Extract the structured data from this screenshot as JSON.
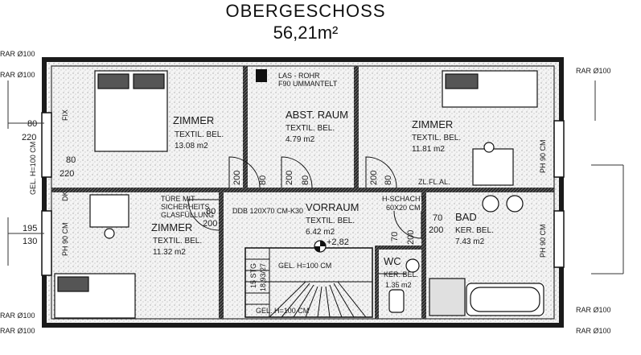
{
  "header": {
    "title": "OBERGESCHOSS",
    "area": "56,21m²"
  },
  "rooms": [
    {
      "id": "zimmer1",
      "name": "ZIMMER",
      "finish": "TEXTIL. BEL.",
      "area": "13.08 m2"
    },
    {
      "id": "abst",
      "name": "ABST. RAUM",
      "finish": "TEXTIL. BEL.",
      "area": "4.79 m2"
    },
    {
      "id": "zimmer2",
      "name": "ZIMMER",
      "finish": "TEXTIL. BEL.",
      "area": "11.81 m2"
    },
    {
      "id": "zimmer3",
      "name": "ZIMMER",
      "finish": "TEXTIL. BEL.",
      "area": "11.32 m2"
    },
    {
      "id": "vorraum",
      "name": "VORRAUM",
      "finish": "TEXTIL. BEL.",
      "area": "6.42 m2"
    },
    {
      "id": "bad",
      "name": "BAD",
      "finish": "KER. BEL.",
      "area": "7.43 m2"
    },
    {
      "id": "wc",
      "name": "WC",
      "finish": "KER. BEL.",
      "area": "1.35 m2"
    }
  ],
  "notes": {
    "shaft_top_1": "LAS - ROHR",
    "shaft_top_2": "F90 UMMANTELT",
    "door_note_1": "TÜRE MIT",
    "door_note_2": "SICHERHEITS",
    "door_note_3": "GLASFÜLLUNG",
    "hatch": "DDB 120X70 CM-K30",
    "shaft": "H-SCHACHT",
    "shaft_size": "60X20 CM",
    "level": "+2,82",
    "railing": "GEL. H=100 CM",
    "railing_bottom": "GEL. H=100 CM",
    "stairs": "15 STG",
    "stairs_size": "18,93/27",
    "zl_al": "ZL.FL.AL.",
    "gel_left": "GEL. H=100 CM",
    "fix": "FIX",
    "dk": "DK",
    "ph_left": "PH 90 CM",
    "ph_right_top": "PH 90 CM",
    "ph_right_bottom": "PH 90 CM"
  },
  "dims": {
    "rar_top_left_1": "RAR Ø100",
    "rar_top_left_2": "RAR Ø100",
    "rar_top_right": "RAR Ø100",
    "rar_bottom_left_1": "RAR Ø100",
    "rar_bottom_left_2": "RAR Ø100",
    "rar_bottom_right_1": "RAR Ø100",
    "rar_bottom_right_2": "RAR Ø100",
    "win1_w": "80",
    "win1_h": "220",
    "win2_w": "80",
    "win2_h": "220",
    "win3_w": "195",
    "win3_h": "130",
    "door_zimmer1_w": "80",
    "door_zimmer1_h": "200",
    "door_abst_w": "80",
    "door_abst_h": "200",
    "door_zimmer2_w": "80",
    "door_zimmer2_h": "200",
    "door_zimmer3_w": "80",
    "door_zimmer3_h": "200",
    "door_bad_w": "70",
    "door_bad_h": "200",
    "door_wc_w": "70",
    "door_wc_h": "200"
  },
  "colors": {
    "wall": "#1a1a1a",
    "paper": "#ffffff",
    "hatch": "#6e6e6e"
  }
}
